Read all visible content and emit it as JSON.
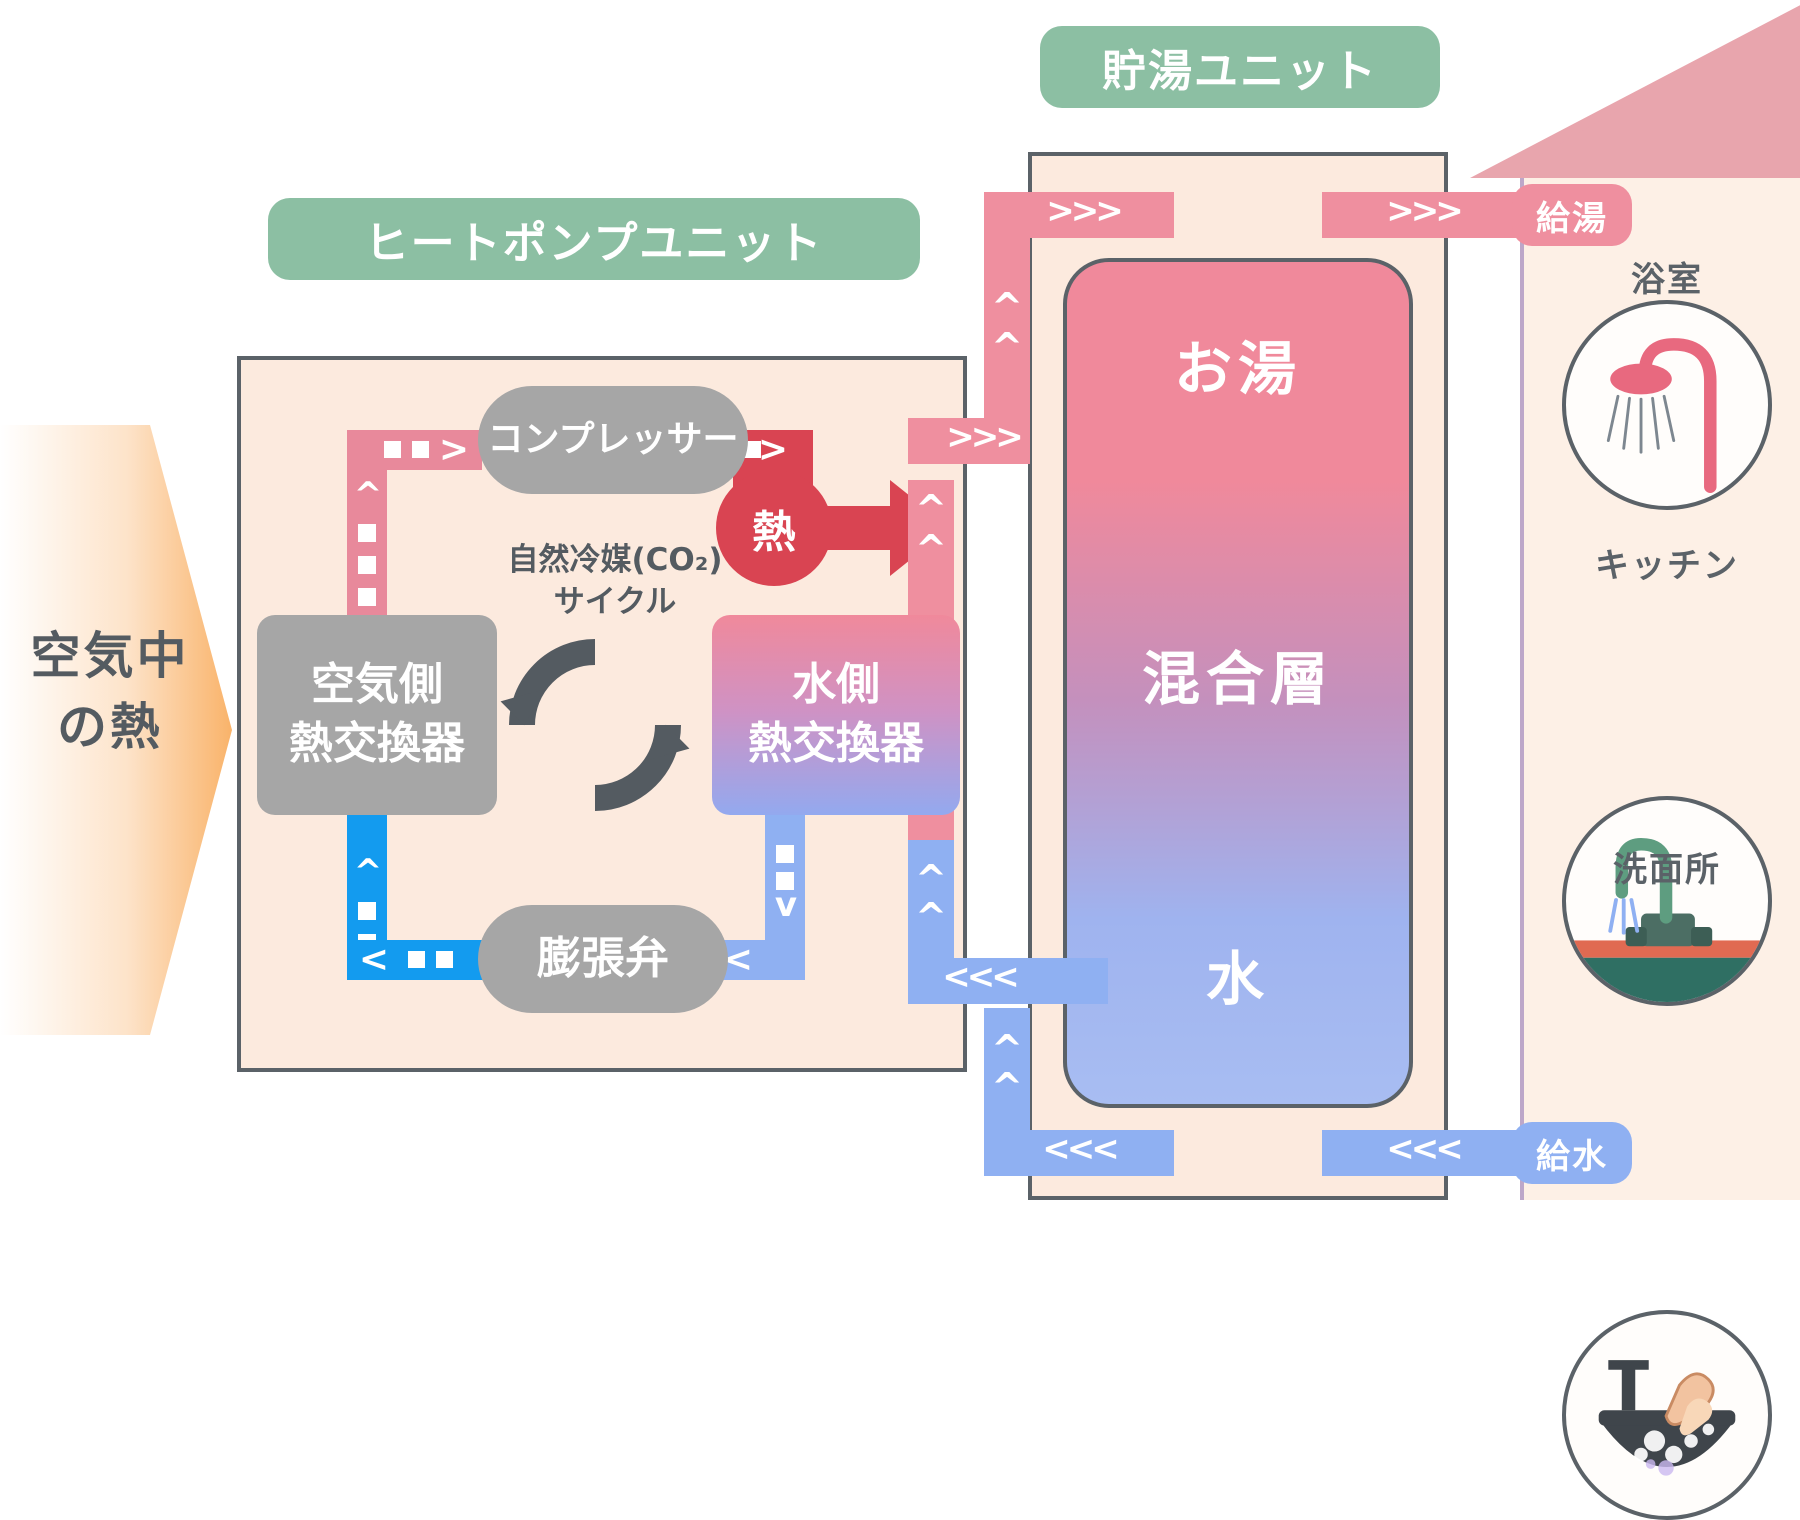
{
  "diagram": {
    "title_units": {
      "heat_pump_unit": "ヒートポンプユニット",
      "tank_unit": "貯湯ユニット"
    },
    "air_source": {
      "label_line1": "空気中",
      "label_line2": "の熱"
    },
    "heat_pump": {
      "compressor": "コンプレッサー",
      "expansion_valve": "膨張弁",
      "air_side_hx_line1": "空気側",
      "air_side_hx_line2": "熱交換器",
      "water_side_hx_line1": "水側",
      "water_side_hx_line2": "熱交換器",
      "refrigerant_cycle_line1": "自然冷媒(CO₂)",
      "refrigerant_cycle_line2": "サイクル",
      "heat_bubble": "熱"
    },
    "tank": {
      "hot": "お湯",
      "mixed": "混合層",
      "cold": "水"
    },
    "ports": {
      "hot_water_supply": "給湯",
      "water_supply": "給水",
      "hot_chevrons": ">>>",
      "cold_chevrons": "<<<",
      "up_chevron": "^",
      "down_chevron": "v",
      "left_chevron": "<",
      "right_chevron": ">"
    },
    "fixtures": [
      {
        "label": "浴室",
        "icon": "shower-icon"
      },
      {
        "label": "キッチン",
        "icon": "kitchen-faucet-icon"
      },
      {
        "label": "洗面所",
        "icon": "washbasin-icon"
      }
    ],
    "colors": {
      "badge_green": "#8cbfa3",
      "panel_cream": "#fceade",
      "outline_dark": "#5b6268",
      "hot_pink": "#e8899b",
      "heat_red": "#d94452",
      "cold_blue": "#139bef",
      "supply_blue": "#8fb0f2",
      "component_grey": "#a6a6a6",
      "house_wall": "#bda7c9",
      "roof_pink": "#e8a5ad"
    }
  }
}
